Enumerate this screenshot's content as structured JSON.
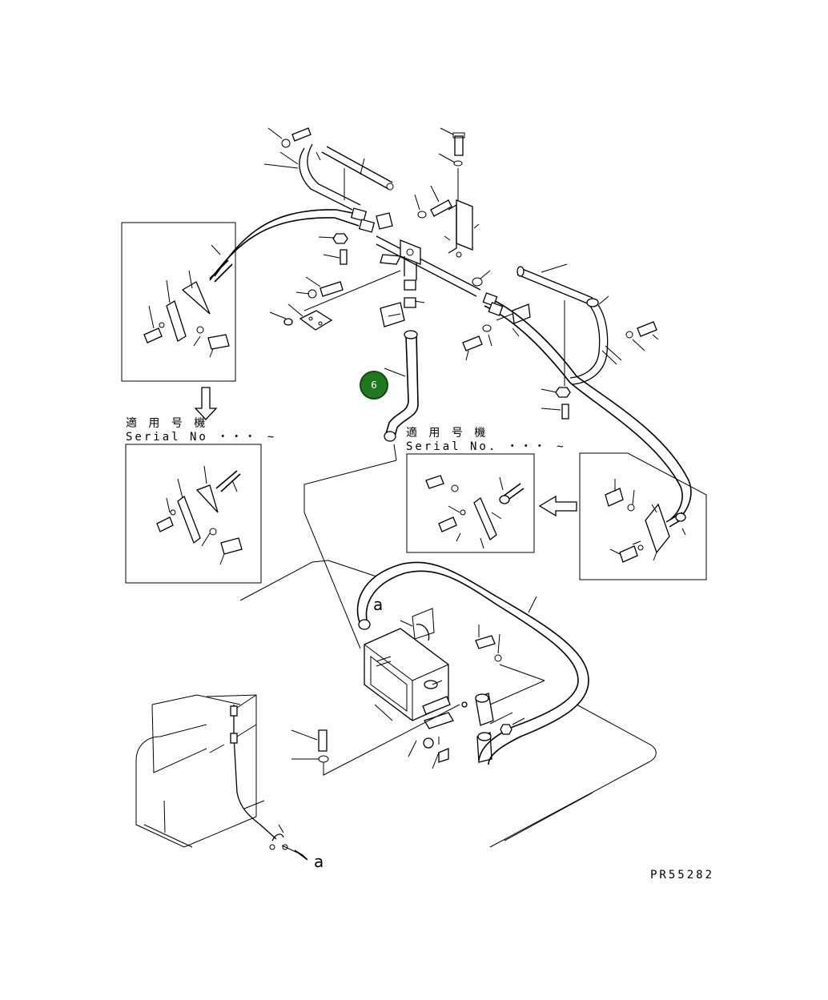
{
  "callout": {
    "number": "6",
    "color": "#1f7a1f"
  },
  "serial_box_left": {
    "title": "適 用 号 機",
    "serial": "Serial No ・・・ ~"
  },
  "serial_box_center": {
    "title": "適 用 号 機",
    "serial": "Serial No. ・・・ ~"
  },
  "ref_labels": {
    "arrow_target_top": "a",
    "arrow_target_bottom": "a"
  },
  "drawing_code": "PR55282"
}
